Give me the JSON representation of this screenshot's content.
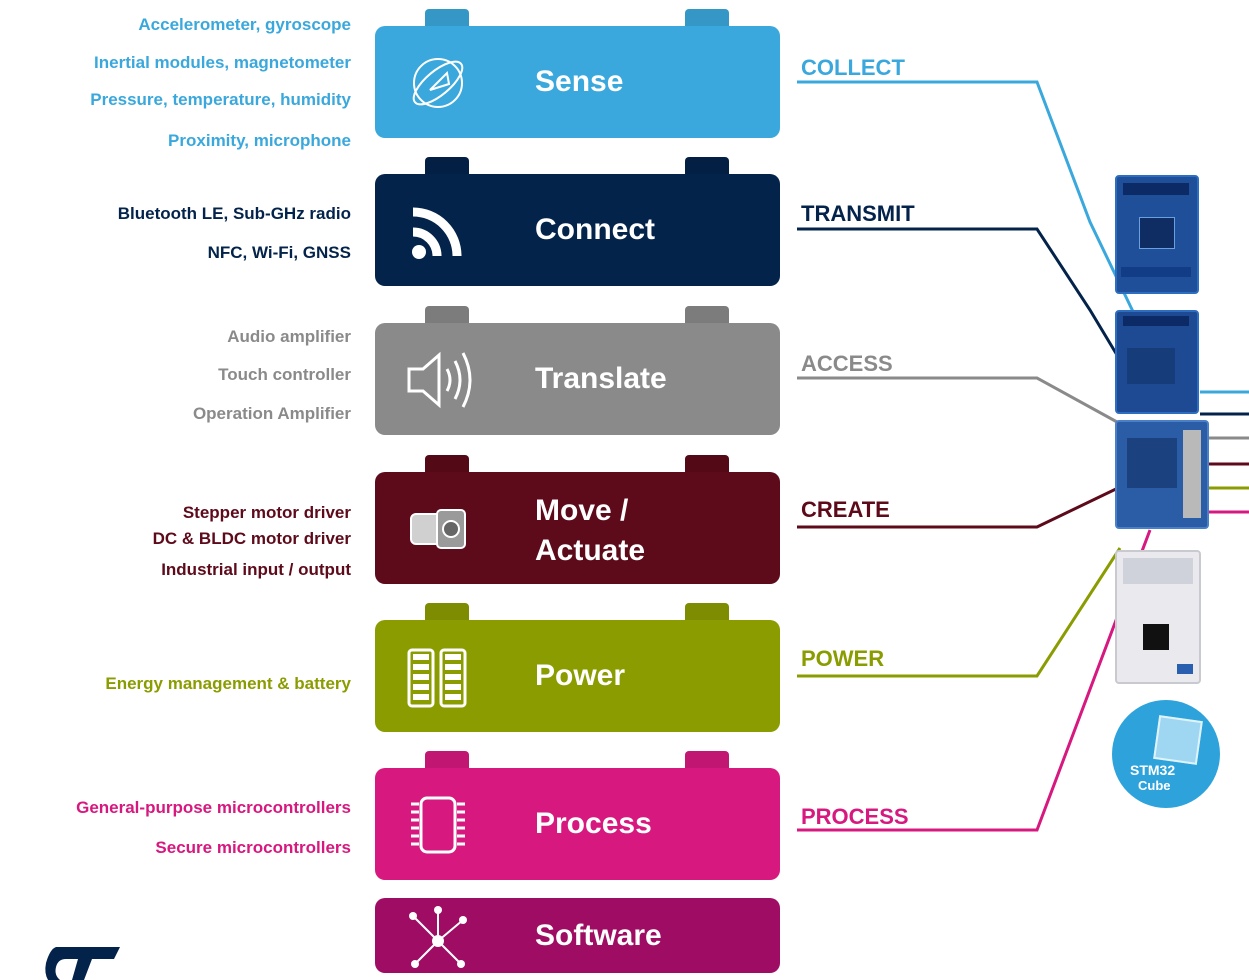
{
  "blocks": [
    {
      "id": "sense",
      "label": "Sense",
      "tag": "COLLECT",
      "color": "#3aa8dc",
      "tabColor": "#3aa8dc",
      "icon": "motion-sensor-icon",
      "desc": [
        "Accelerometer, gyroscope",
        "Inertial modules, magnetometer",
        "Pressure, temperature, humidity",
        "Proximity, microphone"
      ]
    },
    {
      "id": "connect",
      "label": "Connect",
      "tag": "TRANSMIT",
      "color": "#03234b",
      "tabColor": "#03234b",
      "icon": "wireless-signal-icon",
      "desc": [
        "Bluetooth LE, Sub-GHz radio",
        "NFC, Wi-Fi, GNSS"
      ]
    },
    {
      "id": "translate",
      "label": "Translate",
      "tag": "ACCESS",
      "color": "#8a8a8a",
      "tabColor": "#8a8a8a",
      "icon": "speaker-icon",
      "desc": [
        "Audio amplifier",
        "Touch controller",
        "Operation Amplifier"
      ]
    },
    {
      "id": "move",
      "label": "Move /\nActuate",
      "label1": "Move /",
      "label2": "Actuate",
      "tag": "CREATE",
      "color": "#5d0a1a",
      "tabColor": "#5d0a1a",
      "icon": "motor-icon",
      "desc": [
        "Stepper motor driver",
        "DC & BLDC motor driver",
        "Industrial input / output"
      ]
    },
    {
      "id": "power",
      "label": "Power",
      "tag": "POWER",
      "color": "#8b9c00",
      "tabColor": "#8b9c00",
      "icon": "battery-icon",
      "desc": [
        "Energy management & battery"
      ]
    },
    {
      "id": "process",
      "label": "Process",
      "tag": "PROCESS",
      "color": "#d6187f",
      "tabColor": "#d6187f",
      "icon": "chip-icon",
      "desc": [
        "General-purpose microcontrollers",
        "Secure microcontrollers"
      ]
    },
    {
      "id": "software",
      "label": "Software",
      "color": "#9e0c63",
      "icon": "network-node-icon"
    }
  ],
  "badge": {
    "line1": "STM32",
    "line2": "Cube"
  }
}
